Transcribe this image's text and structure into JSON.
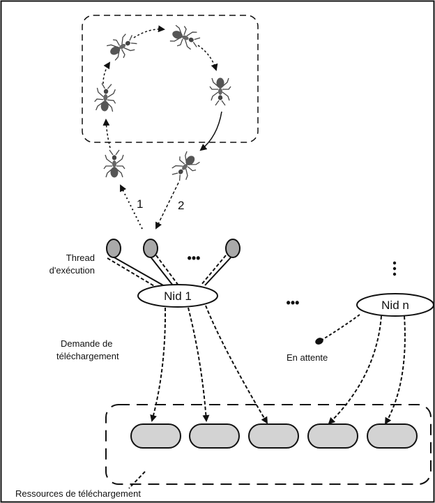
{
  "labels": {
    "step_1": "1",
    "step_2": "2",
    "thread_line1": "Thread",
    "thread_line2": "d'exécution",
    "threads_ellipsis": "•••",
    "nests_ellipsis": "•••",
    "vertical_ellipsis": "⋮",
    "nest_1": "Nid 1",
    "nest_n": "Nid n",
    "waiting": "En attente",
    "request_line1": "Demande de",
    "request_line2": "téléchargement",
    "resources": "Ressources de téléchargement"
  },
  "colors": {
    "ant_body": "#555555",
    "thread_fill": "#a9a9a9",
    "resource_fill": "#d3d3d3",
    "stroke": "#111111"
  },
  "icons": [
    "ant-icon"
  ]
}
